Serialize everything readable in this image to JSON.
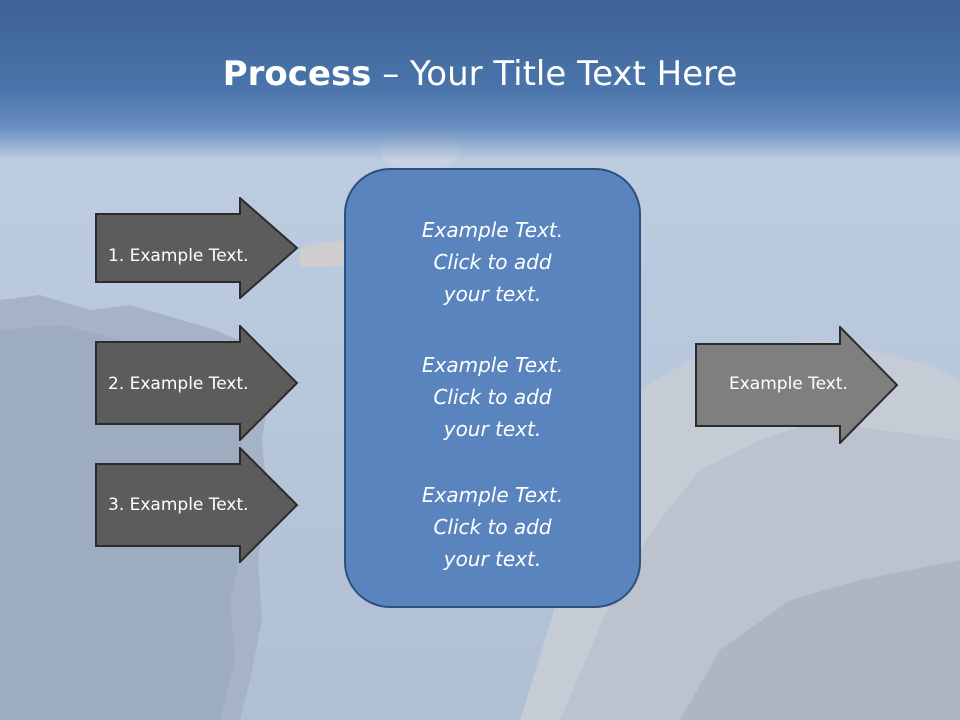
{
  "title": {
    "bold": "Process",
    "rest": " – Your Title Text Here"
  },
  "left_arrows": [
    {
      "label": "1. Example Text."
    },
    {
      "label": "2. Example Text."
    },
    {
      "label": "3. Example Text."
    }
  ],
  "center_box": {
    "blocks": [
      {
        "line1": "Example Text.",
        "line2": "Click  to add",
        "line3": "your text."
      },
      {
        "line1": "Example Text.",
        "line2": "Click  to add",
        "line3": "your text."
      },
      {
        "line1": "Example Text.",
        "line2": "Click  to add",
        "line3": "your text."
      }
    ]
  },
  "right_arrow": {
    "label": "Example Text."
  },
  "colors": {
    "title_band": "#4a74aa",
    "left_arrow_fill": "#5c5c5c",
    "right_arrow_fill": "#7f7f7f",
    "center_box_fill": "#5a84be",
    "center_box_border": "#2f4f7d"
  }
}
